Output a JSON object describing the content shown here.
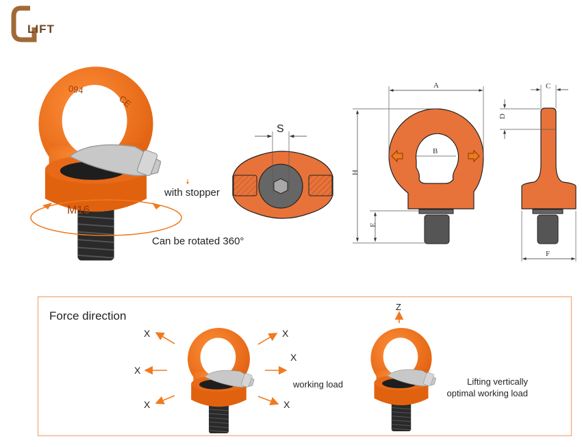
{
  "logo": {
    "text": "LIFT",
    "initial": "G"
  },
  "product_photo": {
    "markings": [
      "094",
      "CE",
      "M16"
    ],
    "stopper_label": "with stopper",
    "rotation_label": "Can be rotated 360°"
  },
  "cross_section": {
    "dimension_label": "S"
  },
  "technical_drawing": {
    "dimensions": {
      "A": "A",
      "B": "B",
      "C": "C",
      "D": "D",
      "E": "E",
      "F": "F",
      "H": "H"
    }
  },
  "force_panel": {
    "title": "Force direction",
    "axis_x": "X",
    "axis_z": "Z",
    "angled_note": "working load",
    "vertical_note_line1": "Lifting vertically",
    "vertical_note_line2": "optimal working load"
  },
  "colors": {
    "accent": "#f07a1e",
    "body": "#e8733a",
    "bolt": "#555555",
    "frame": "#f4b48a"
  }
}
